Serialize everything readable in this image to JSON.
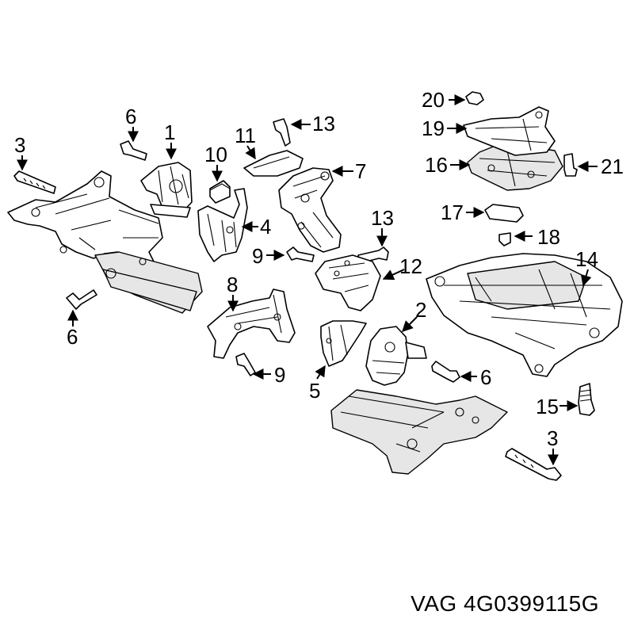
{
  "caption": {
    "brand": "VAG",
    "part_number": "4G0399115G"
  },
  "callouts": {
    "c1": "1",
    "c2": "2",
    "c3a": "3",
    "c3b": "3",
    "c4": "4",
    "c5": "5",
    "c6a": "6",
    "c6b": "6",
    "c6c": "6",
    "c7": "7",
    "c8": "8",
    "c9a": "9",
    "c9b": "9",
    "c10": "10",
    "c11": "11",
    "c12": "12",
    "c13a": "13",
    "c13b": "13",
    "c14": "14",
    "c15": "15",
    "c16": "16",
    "c17": "17",
    "c18": "18",
    "c19": "19",
    "c20": "20",
    "c21": "21"
  }
}
